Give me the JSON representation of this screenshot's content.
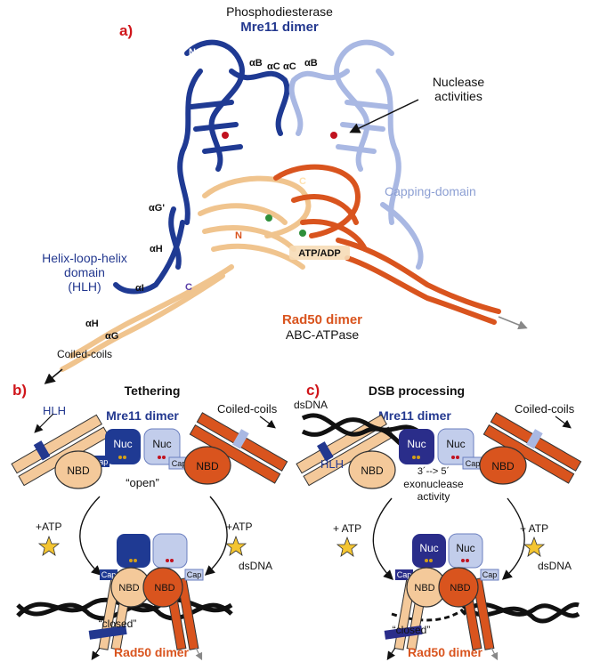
{
  "panel_a": {
    "letter": "a)",
    "phosphodiesterase": "Phosphodiesterase",
    "mre11_dimer": "Mre11 dimer",
    "nuclease": [
      "Nuclease",
      "activities"
    ],
    "capping_domain": "Capping-domain",
    "hlh": [
      "Helix-loop-helix",
      "domain",
      "(HLH)"
    ],
    "rad50_dimer": "Rad50 dimer",
    "abc_atpase": "ABC-ATPase",
    "coiled_coils": "Coiled-coils",
    "atp_adp": "ATP/ADP",
    "helix_labels": {
      "aB_left": "αB",
      "aC_left": "αC",
      "aC_right": "αC",
      "aB_right": "αB",
      "aG_prime": "αG'",
      "aH": "αH",
      "aI": "αI",
      "aH2": "αH",
      "aG": "αG",
      "N_blue": "N",
      "C_blue": "C",
      "C_orange": "C",
      "N_orange": "N"
    }
  },
  "panel_b": {
    "letter": "b)",
    "title": "Tethering",
    "mre11_dimer": "Mre11 dimer",
    "hlh": "HLH",
    "coiled_coils": "Coiled-coils",
    "nuc": "Nuc",
    "cap": "Cap",
    "nbd": "NBD",
    "open": "“open”",
    "closed": "“closed”",
    "atp": "+ATP",
    "dsdna": "dsDNA",
    "rad50_dimer": "Rad50 dimer"
  },
  "panel_c": {
    "letter": "c)",
    "title": "DSB processing",
    "dsdna_top": "dsDNA",
    "mre11_dimer": "Mre11 dimer",
    "coiled_coils": "Coiled-coils",
    "hlh": "HLH",
    "nuc": "Nuc",
    "cap": "Cap",
    "nbd": "NBD",
    "direction": "3´--> 5´",
    "exo": [
      "exonuclease",
      "activity"
    ],
    "closed": "“closed”",
    "atp": "+ ATP",
    "dsdna": "dsDNA",
    "rad50_dimer": "Rad50 dimer"
  },
  "colors": {
    "mre11_dark": "#1f3a93",
    "mre11_light": "#a9b8e3",
    "rad50_light": "#f4c99a",
    "rad50_dark": "#d9541e",
    "label_red": "#d0161b",
    "star": "#f4c531"
  }
}
